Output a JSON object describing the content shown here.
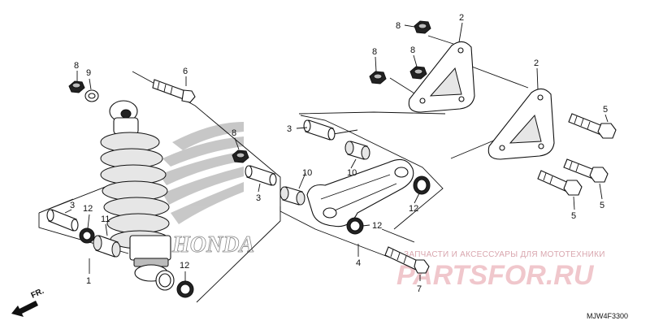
{
  "callouts": [
    {
      "id": "c8a",
      "label": "8"
    },
    {
      "id": "c9",
      "label": "9"
    },
    {
      "id": "c6",
      "label": "6"
    },
    {
      "id": "c3a",
      "label": "3"
    },
    {
      "id": "c12a",
      "label": "12"
    },
    {
      "id": "c11",
      "label": "11"
    },
    {
      "id": "c1",
      "label": "1"
    },
    {
      "id": "c12b",
      "label": "12"
    },
    {
      "id": "c8b",
      "label": "8"
    },
    {
      "id": "c3b",
      "label": "3"
    },
    {
      "id": "c10a",
      "label": "10"
    },
    {
      "id": "c3c",
      "label": "3"
    },
    {
      "id": "c10b",
      "label": "10"
    },
    {
      "id": "c12c",
      "label": "12"
    },
    {
      "id": "c12d",
      "label": "12"
    },
    {
      "id": "c4",
      "label": "4"
    },
    {
      "id": "c7",
      "label": "7"
    },
    {
      "id": "c8c",
      "label": "8"
    },
    {
      "id": "c8d",
      "label": "8"
    },
    {
      "id": "c8e",
      "label": "8"
    },
    {
      "id": "c2a",
      "label": "2"
    },
    {
      "id": "c2b",
      "label": "2"
    },
    {
      "id": "c5a",
      "label": "5"
    },
    {
      "id": "c5b",
      "label": "5"
    },
    {
      "id": "c5c",
      "label": "5"
    }
  ],
  "front_marker": "FR.",
  "brand_mark": "HONDA",
  "watermark_text": "ЗАПЧАСТИ И АКСЕССУАРЫ ДЛЯ МОТОТЕХНИКИ",
  "watermark_logo": "PARTSFOR.RU",
  "diagram_code": "MJW4F3300"
}
